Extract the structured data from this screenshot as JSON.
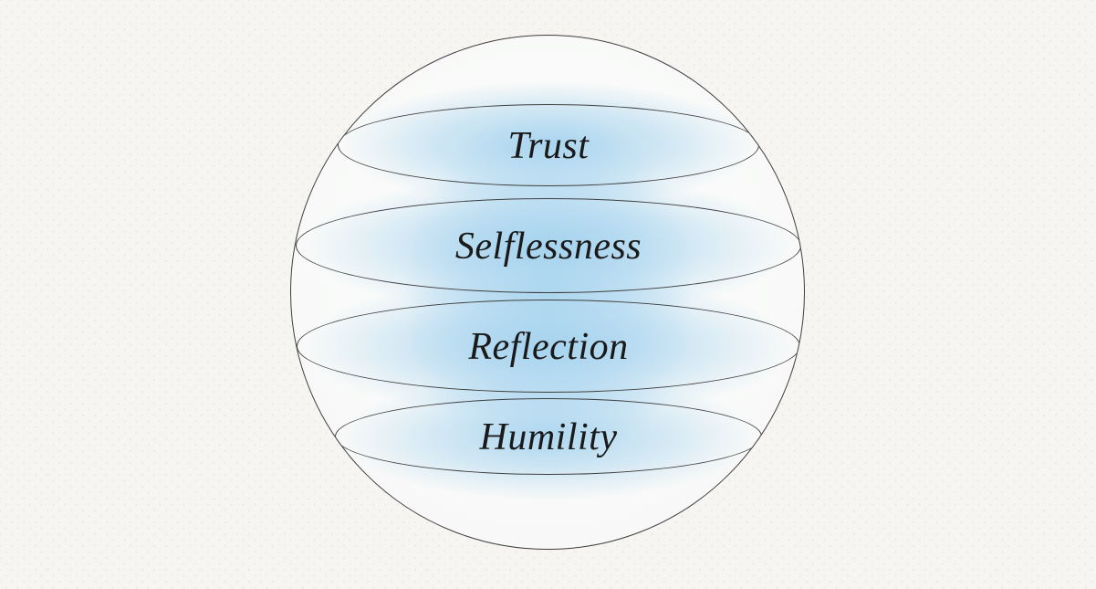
{
  "diagram": {
    "shape": "sphere-with-latitude-layers",
    "layers": [
      {
        "id": "trust",
        "label": "Trust"
      },
      {
        "id": "selflessness",
        "label": "Selflessness"
      },
      {
        "id": "reflection",
        "label": "Reflection"
      },
      {
        "id": "humility",
        "label": "Humility"
      }
    ]
  },
  "colors": {
    "page_bg": "#f6f5f2",
    "dot_texture": "#edebe6",
    "sphere_fill": "#f9faf9",
    "outline": "#3f3f3f",
    "glow_blue": "#b5dcee",
    "label_text": "#1a1a1a"
  }
}
